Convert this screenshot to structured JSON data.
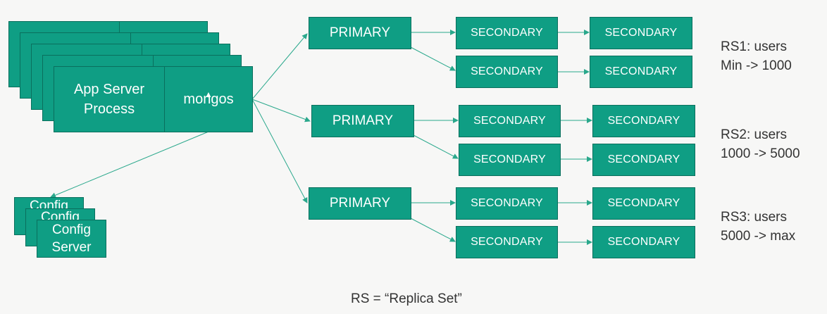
{
  "app": {
    "app_server_label": "App Server\nProcess",
    "mongos_label": "mongos"
  },
  "config": {
    "stack_labels": [
      "Config",
      "Config"
    ],
    "front_label": "Config\nServer"
  },
  "replica_sets": [
    {
      "primary": "PRIMARY",
      "secondaries": [
        [
          "SECONDARY",
          "SECONDARY"
        ],
        [
          "SECONDARY",
          "SECONDARY"
        ]
      ],
      "label_line1": "RS1: users",
      "label_line2": "Min -> 1000"
    },
    {
      "primary": "PRIMARY",
      "secondaries": [
        [
          "SECONDARY",
          "SECONDARY"
        ],
        [
          "SECONDARY",
          "SECONDARY"
        ]
      ],
      "label_line1": "RS2: users",
      "label_line2": "1000 -> 5000"
    },
    {
      "primary": "PRIMARY",
      "secondaries": [
        [
          "SECONDARY",
          "SECONDARY"
        ],
        [
          "SECONDARY",
          "SECONDARY"
        ]
      ],
      "label_line1": "RS3: users",
      "label_line2": "5000 -> max"
    }
  ],
  "footer": "RS = “Replica Set”",
  "colors": {
    "box_fill": "#0f9e84",
    "box_border": "#0a6f5d",
    "connector": "#2aa88c",
    "text_on_box": "#ffffff",
    "label_text": "#333333"
  }
}
